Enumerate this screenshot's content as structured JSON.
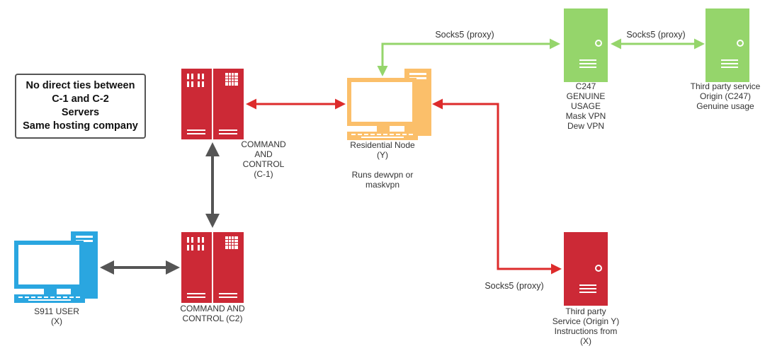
{
  "note": {
    "lines": [
      "No direct ties between",
      "C-1 and C-2",
      "Servers",
      "Same hosting company"
    ]
  },
  "nodes": {
    "c1": {
      "lines": [
        "COMMAND",
        "AND",
        "CONTROL",
        "(C-1)"
      ]
    },
    "c2": {
      "lines": [
        "COMMAND AND",
        "CONTROL (C2)"
      ]
    },
    "user": {
      "lines": [
        "S911 USER",
        "(X)"
      ]
    },
    "residential": {
      "lines": [
        "Residential Node",
        "(Y)",
        "",
        "Runs dewvpn or",
        "maskvpn"
      ]
    },
    "c247": {
      "lines": [
        "C247",
        "GENUINE",
        "USAGE",
        "Mask VPN",
        "Dew VPN"
      ]
    },
    "third_party_top": {
      "lines": [
        "Third party service",
        "Origin (C247)",
        "Genuine usage"
      ]
    },
    "third_party_bottom": {
      "lines": [
        "Third party",
        "Service (Origin Y)",
        "Instructions from",
        "(X)"
      ]
    }
  },
  "edges": {
    "socks_top": "Socks5 (proxy)",
    "socks_right": "Socks5 (proxy)",
    "socks_bottom": "Socks5 (proxy)"
  },
  "colors": {
    "server_red": "#cc2936",
    "server_green": "#95d56b",
    "computer_orange": "#fbbf6a",
    "computer_blue": "#2aa6e0",
    "arrow_red": "#dd2b2b",
    "arrow_green": "#95d56b",
    "arrow_gray": "#555555"
  },
  "icons": [
    "server-rack-icon",
    "server-tower-icon",
    "desktop-computer-icon",
    "double-arrow-icon"
  ]
}
